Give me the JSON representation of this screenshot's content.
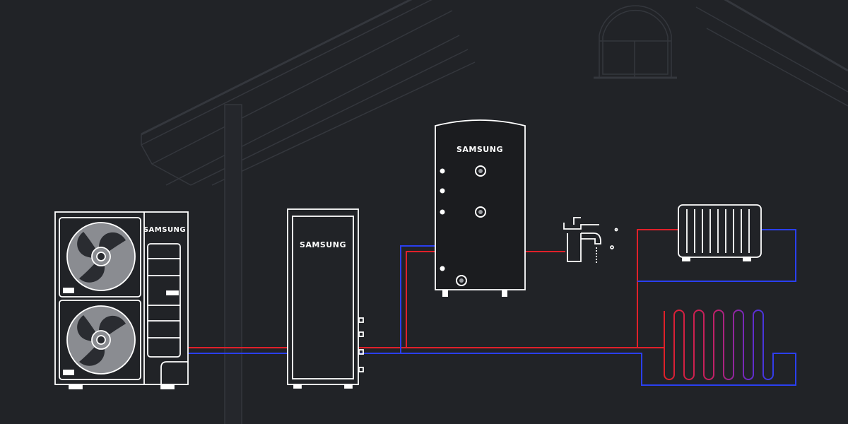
{
  "brand": {
    "outdoor_unit": "SAMSUNG",
    "hydro_unit": "SAMSUNG",
    "water_tank": "SAMSUNG"
  },
  "colors": {
    "background": "#212327",
    "house_line": "#34373d",
    "equipment_line": "#ffffff",
    "hot_pipe": "#e0202a",
    "cold_pipe": "#2a3ff0",
    "tank_body": "#1b1c1f"
  }
}
